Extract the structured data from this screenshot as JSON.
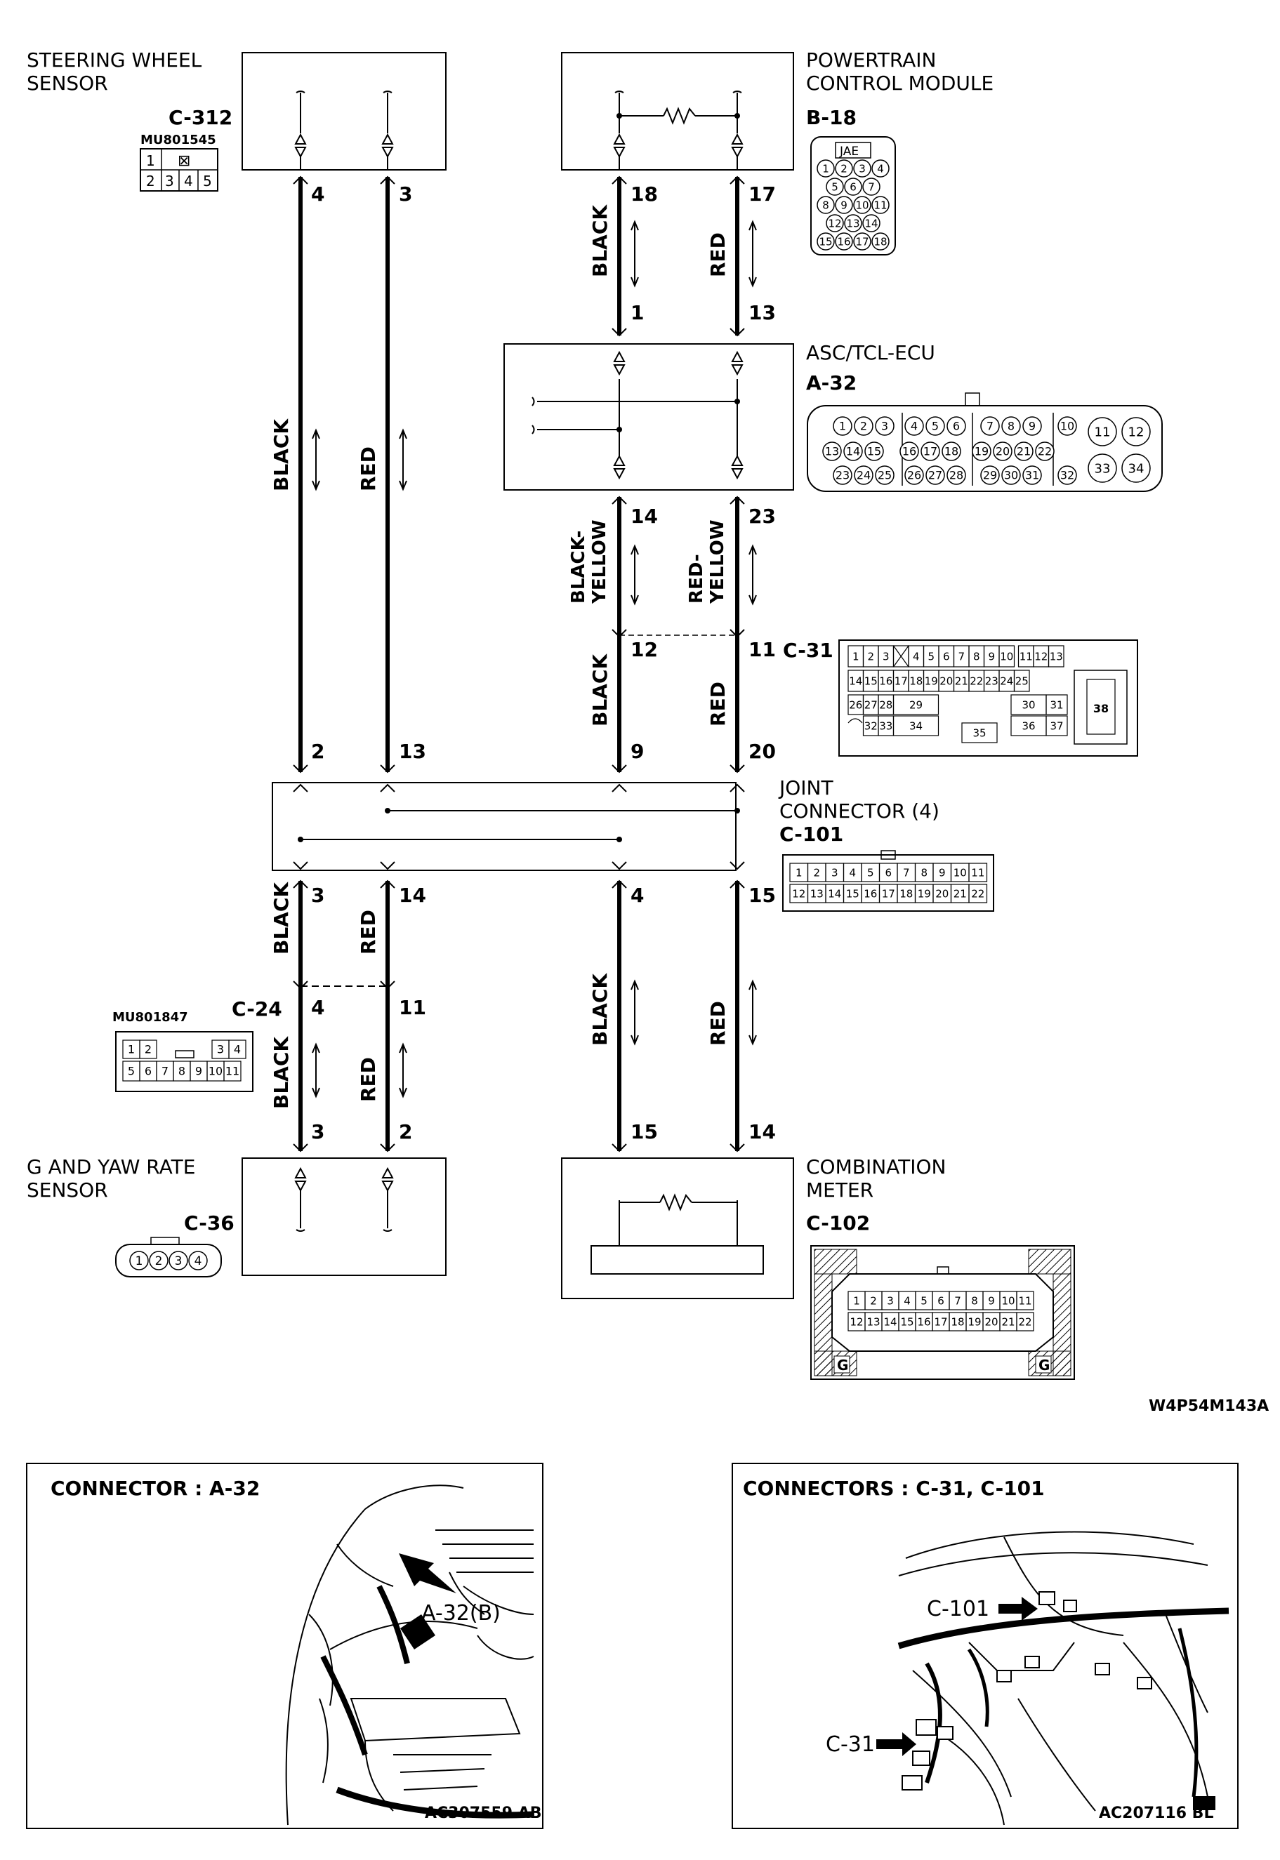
{
  "components": {
    "swsensor": {
      "name_line1": "STEERING WHEEL",
      "name_line2": "SENSOR",
      "connector": "C-312",
      "part_no": "MU801545"
    },
    "pcm": {
      "name_line1": "POWERTRAIN",
      "name_line2": "CONTROL MODULE",
      "connector": "B-18",
      "jae": "JAE"
    },
    "ecu": {
      "name": "ASC/TCL-ECU",
      "connector": "A-32"
    },
    "joint": {
      "name_line1": "JOINT",
      "name_line2": "CONNECTOR (4)",
      "connector": "C-101"
    },
    "c31": {
      "connector": "C-31"
    },
    "c24": {
      "connector": "C-24",
      "part_no": "MU801847"
    },
    "gyaw": {
      "name_line1": "G AND YAW RATE",
      "name_line2": "SENSOR",
      "connector": "C-36"
    },
    "meter": {
      "name_line1": "COMBINATION",
      "name_line2": "METER",
      "connector": "C-102"
    }
  },
  "pins": {
    "sw4": "4",
    "sw3": "3",
    "pcm18": "18",
    "pcm17": "17",
    "ecu_in1": "1",
    "ecu_in13": "13",
    "ecu14": "14",
    "ecu23": "23",
    "c31_12": "12",
    "c31_11": "11",
    "jc_in2": "2",
    "jc_in13": "13",
    "jc_in9": "9",
    "jc_in20": "20",
    "jc_out3": "3",
    "jc_out14": "14",
    "jc_out4": "4",
    "jc_out15": "15",
    "c24_4": "4",
    "c24_11": "11",
    "gy3": "3",
    "gy2": "2",
    "m15": "15",
    "m14": "14"
  },
  "wires": {
    "black": "BLACK",
    "red": "RED",
    "black_yellow_1": "BLACK-",
    "black_yellow_2": "YELLOW",
    "red_yellow_1": "RED-",
    "red_yellow_2": "YELLOW"
  },
  "connector_pins": {
    "mu801545": {
      "row1": [
        "1",
        "",
        "⊠"
      ],
      "row2": [
        "2",
        "3",
        "4",
        "5"
      ]
    },
    "b18": [
      "1",
      "2",
      "3",
      "4",
      "5",
      "6",
      "7",
      "8",
      "9",
      "10",
      "11",
      "12",
      "13",
      "14",
      "15",
      "16",
      "17",
      "18"
    ],
    "a32_row1": [
      "1",
      "2",
      "3",
      "4",
      "5",
      "6",
      "7",
      "8",
      "9",
      "10",
      "11",
      "12"
    ],
    "a32_row2": [
      "13",
      "14",
      "15",
      "16",
      "17",
      "18",
      "19",
      "20",
      "21",
      "22"
    ],
    "a32_row3": [
      "23",
      "24",
      "25",
      "26",
      "27",
      "28",
      "29",
      "30",
      "31",
      "32",
      "33",
      "34"
    ],
    "c31_row1": [
      "1",
      "2",
      "3",
      "",
      "4",
      "5",
      "6",
      "7",
      "8",
      "9",
      "10",
      "11",
      "12",
      "13"
    ],
    "c31_row2": [
      "14",
      "15",
      "16",
      "17",
      "18",
      "19",
      "20",
      "21",
      "22",
      "23",
      "24",
      "25"
    ],
    "c31_row3": [
      "26",
      "27",
      "28",
      "29",
      "30",
      "31",
      "38"
    ],
    "c31_row4": [
      "32",
      "33",
      "34",
      "35",
      "36",
      "37"
    ],
    "c101_row1": [
      "1",
      "2",
      "3",
      "4",
      "5",
      "6",
      "7",
      "8",
      "9",
      "10",
      "11"
    ],
    "c101_row2": [
      "12",
      "13",
      "14",
      "15",
      "16",
      "17",
      "18",
      "19",
      "20",
      "21",
      "22"
    ],
    "c24_row1": [
      "1",
      "2",
      "3",
      "4"
    ],
    "c24_row2": [
      "5",
      "6",
      "7",
      "8",
      "9",
      "10",
      "11"
    ],
    "c36": [
      "1",
      "2",
      "3",
      "4"
    ],
    "c102_row1": [
      "1",
      "2",
      "3",
      "4",
      "5",
      "6",
      "7",
      "8",
      "9",
      "10",
      "11"
    ],
    "c102_row2": [
      "12",
      "13",
      "14",
      "15",
      "16",
      "17",
      "18",
      "19",
      "20",
      "21",
      "22"
    ],
    "c102_g": "G"
  },
  "diagram_id": "W4P54M143A",
  "insets": {
    "left": {
      "title": "CONNECTOR : A-32",
      "callout": "A-32(B)",
      "image_code": "AC307559 AB"
    },
    "right": {
      "title": "CONNECTORS : C-31, C-101",
      "callout1": "C-101",
      "callout2": "C-31",
      "image_code": "AC207116 BL"
    }
  }
}
